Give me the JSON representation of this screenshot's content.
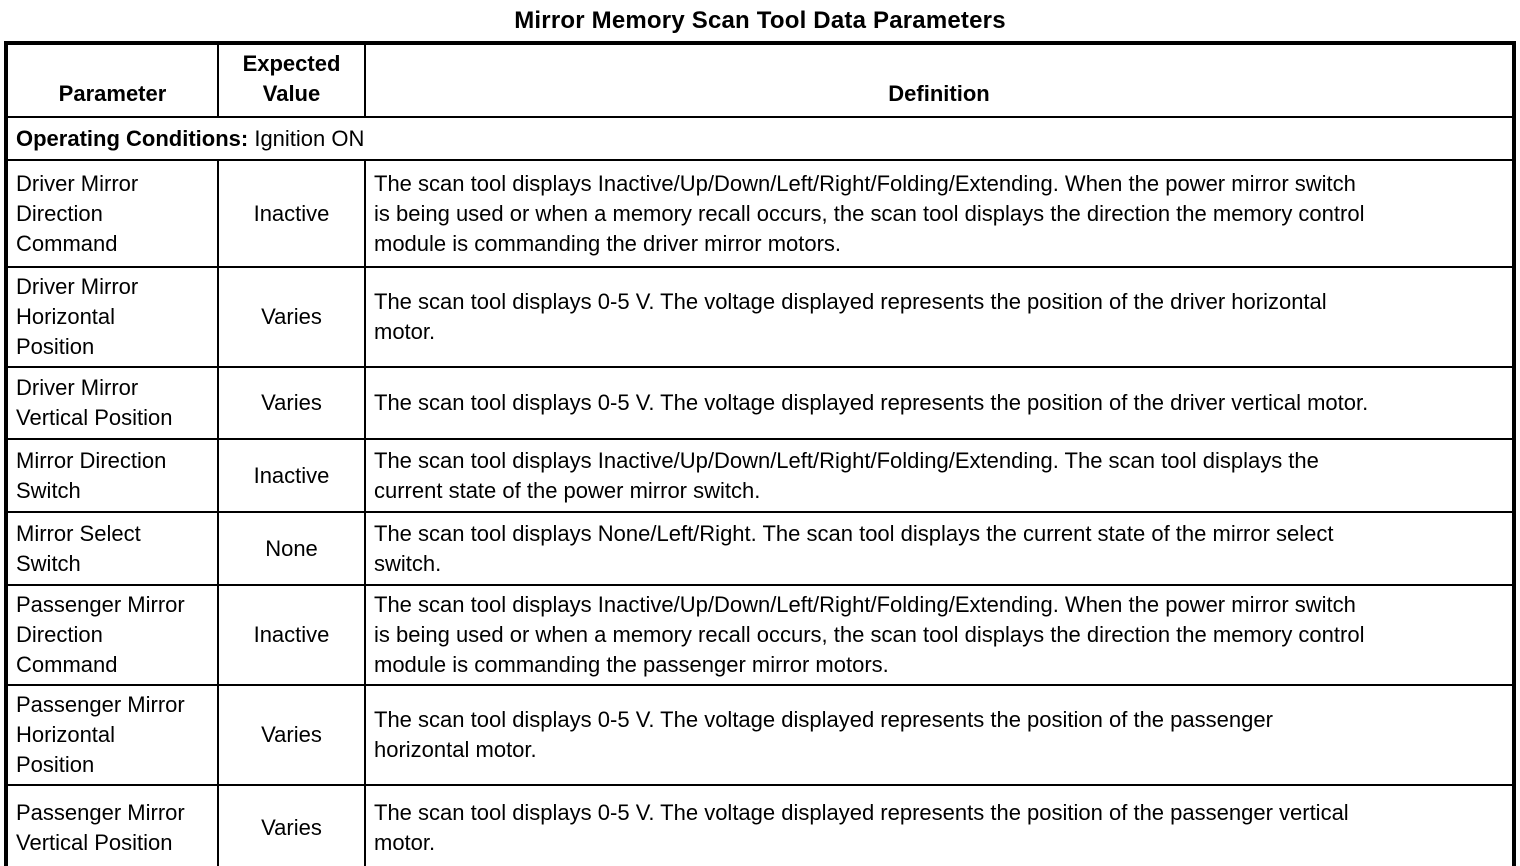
{
  "title": "Mirror Memory Scan Tool Data Parameters",
  "colors": {
    "text": "#000000",
    "border": "#000000",
    "background": "#ffffff"
  },
  "table": {
    "headers": {
      "parameter": "Parameter",
      "expected_value": "Expected\nValue",
      "definition": "Definition"
    },
    "operating_conditions": {
      "label": "Operating Conditions:",
      "value": "Ignition ON"
    },
    "rows": [
      {
        "parameter": "Driver Mirror\nDirection\nCommand",
        "expected_value": "Inactive",
        "definition": "The scan tool displays Inactive/Up/Down/Left/Right/Folding/Extending. When the power mirror switch\nis being used or when a memory recall occurs, the scan tool displays the direction the memory control\nmodule is commanding the driver mirror motors."
      },
      {
        "parameter": "Driver Mirror\nHorizontal\nPosition",
        "expected_value": "Varies",
        "definition": "The scan tool displays 0-5 V. The voltage displayed represents the position of the driver horizontal\nmotor."
      },
      {
        "parameter": "Driver Mirror\nVertical Position",
        "expected_value": "Varies",
        "definition": "The scan tool displays 0-5 V. The voltage displayed represents the position of the driver vertical motor."
      },
      {
        "parameter": "Mirror Direction\nSwitch",
        "expected_value": "Inactive",
        "definition": "The scan tool displays Inactive/Up/Down/Left/Right/Folding/Extending. The scan tool displays the\ncurrent state of the power mirror switch."
      },
      {
        "parameter": "Mirror Select\nSwitch",
        "expected_value": "None",
        "definition": "The scan tool displays None/Left/Right. The scan tool displays the current state of the mirror select\nswitch."
      },
      {
        "parameter": "Passenger Mirror\nDirection\nCommand",
        "expected_value": "Inactive",
        "definition": "The scan tool displays Inactive/Up/Down/Left/Right/Folding/Extending. When the power mirror switch\nis being used or when a memory recall occurs, the scan tool displays the direction the memory control\nmodule is commanding the passenger mirror motors."
      },
      {
        "parameter": "Passenger Mirror\nHorizontal\nPosition",
        "expected_value": "Varies",
        "definition": "The scan tool displays 0-5 V. The voltage displayed represents the position of the passenger\nhorizontal motor."
      },
      {
        "parameter": "Passenger Mirror\nVertical Position",
        "expected_value": "Varies",
        "definition": "The scan tool displays 0-5 V. The voltage displayed represents the position of the passenger vertical\nmotor."
      }
    ]
  }
}
